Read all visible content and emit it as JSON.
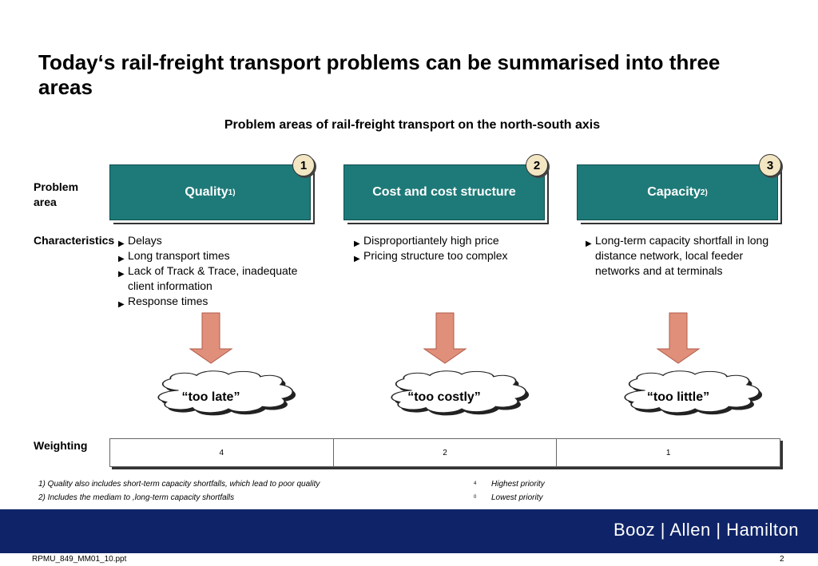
{
  "title": "Today‘s rail-freight transport problems can be summarised into three areas",
  "subtitle": "Problem areas of rail-freight transport on the north-south axis",
  "row_labels": {
    "problem_area": "Problem area",
    "characteristics": "Characteristics",
    "weighting": "Weighting"
  },
  "areas": [
    {
      "number": "1",
      "label": "Quality",
      "sup": "1)",
      "bullets": [
        "Delays",
        "Long transport times",
        "Lack of Track & Trace, inadequate client information",
        "Response times"
      ],
      "cloud": "“too late”",
      "weight": "4"
    },
    {
      "number": "2",
      "label": "Cost and cost structure",
      "sup": "",
      "bullets": [
        "Disproportiantely high price",
        "Pricing structure too complex"
      ],
      "cloud": "“too costly”",
      "weight": "2"
    },
    {
      "number": "3",
      "label": "Capacity",
      "sup": "2)",
      "bullets": [
        "Long-term capacity shortfall in long distance network, local feeder networks and at terminals"
      ],
      "cloud": "“too little”",
      "weight": "1"
    }
  ],
  "footnotes": [
    "1) Quality also includes short-term capacity shortfalls, which lead to poor quality",
    "2) Includes the mediam to ,long-term capacity shortfalls"
  ],
  "legend": [
    {
      "symbol": "4",
      "label": "Highest priority"
    },
    {
      "symbol": "0",
      "label": "Lowest priority"
    }
  ],
  "brand": "Booz | Allen | Hamilton",
  "filename": "RPMU_849_MM01_10.ppt",
  "page_number": "2",
  "colors": {
    "box": "#1e7a78",
    "arrow": "#e0907a",
    "footer": "#0f2468",
    "badge": "#f2e6c3"
  }
}
